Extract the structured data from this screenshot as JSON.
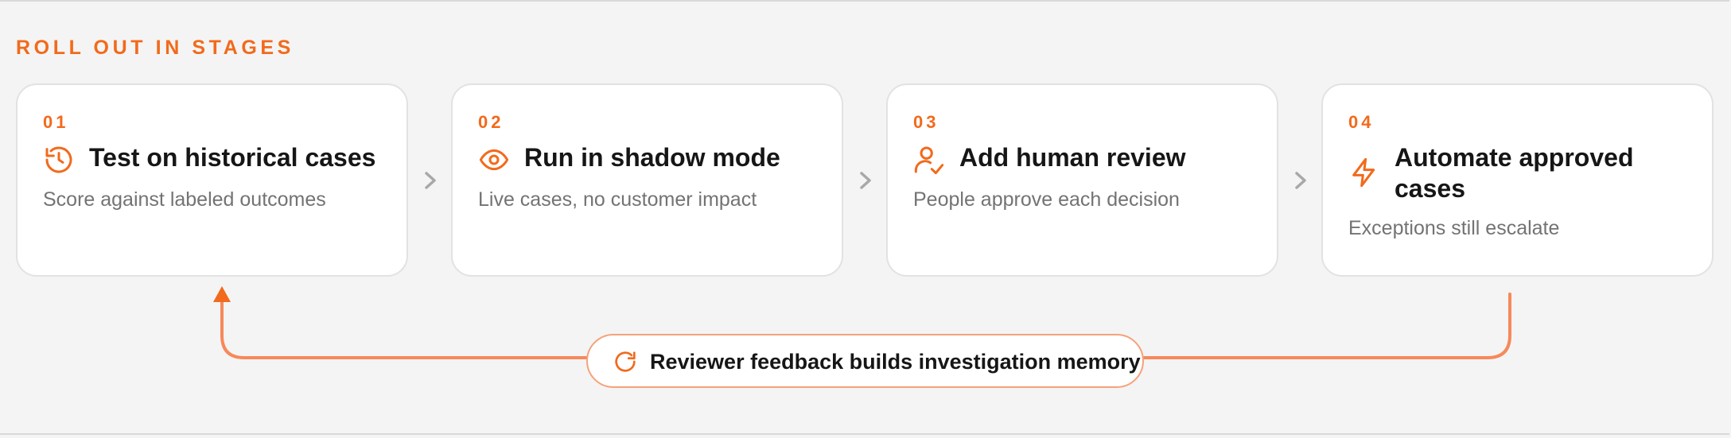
{
  "section": {
    "title": "ROLL OUT IN STAGES"
  },
  "colors": {
    "accent": "#f26a1b",
    "loop_line": "#f7895a",
    "card_bg": "#ffffff",
    "page_bg": "#f4f4f4",
    "muted_text": "#737373"
  },
  "stages": [
    {
      "number": "01",
      "icon": "history-icon",
      "title": "Test on historical cases",
      "description": "Score against labeled outcomes"
    },
    {
      "number": "02",
      "icon": "eye-icon",
      "title": "Run in shadow mode",
      "description": "Live cases, no customer impact"
    },
    {
      "number": "03",
      "icon": "user-check-icon",
      "title": "Add human review",
      "description": "People approve each decision"
    },
    {
      "number": "04",
      "icon": "lightning-icon",
      "title": "Automate approved cases",
      "description": "Exceptions still escalate"
    }
  ],
  "feedback_loop": {
    "icon": "refresh-icon",
    "label": "Reviewer feedback builds investigation memory"
  }
}
